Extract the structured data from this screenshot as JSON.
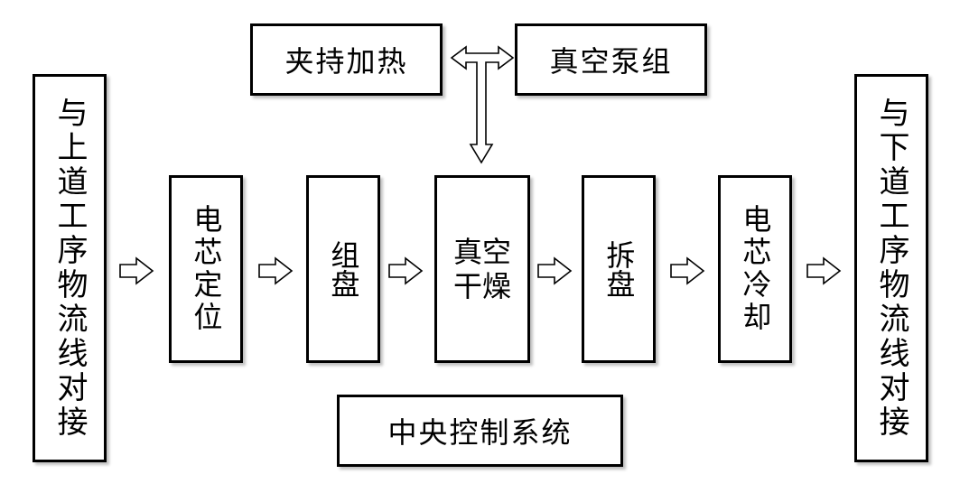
{
  "diagram": {
    "left_box": "与上道工序物流线对接",
    "right_box": "与下道工序物流线对接",
    "steps": [
      {
        "line1": "电芯",
        "line2": "定位"
      },
      {
        "line1": "组",
        "line2": "盘"
      },
      {
        "line1": "真空",
        "line2": "干燥"
      },
      {
        "line1": "拆",
        "line2": "盘"
      },
      {
        "line1": "电芯",
        "line2": "冷却"
      }
    ],
    "top_left": "夹持加热",
    "top_right": "真空泵组",
    "bottom": "中央控制系统"
  }
}
